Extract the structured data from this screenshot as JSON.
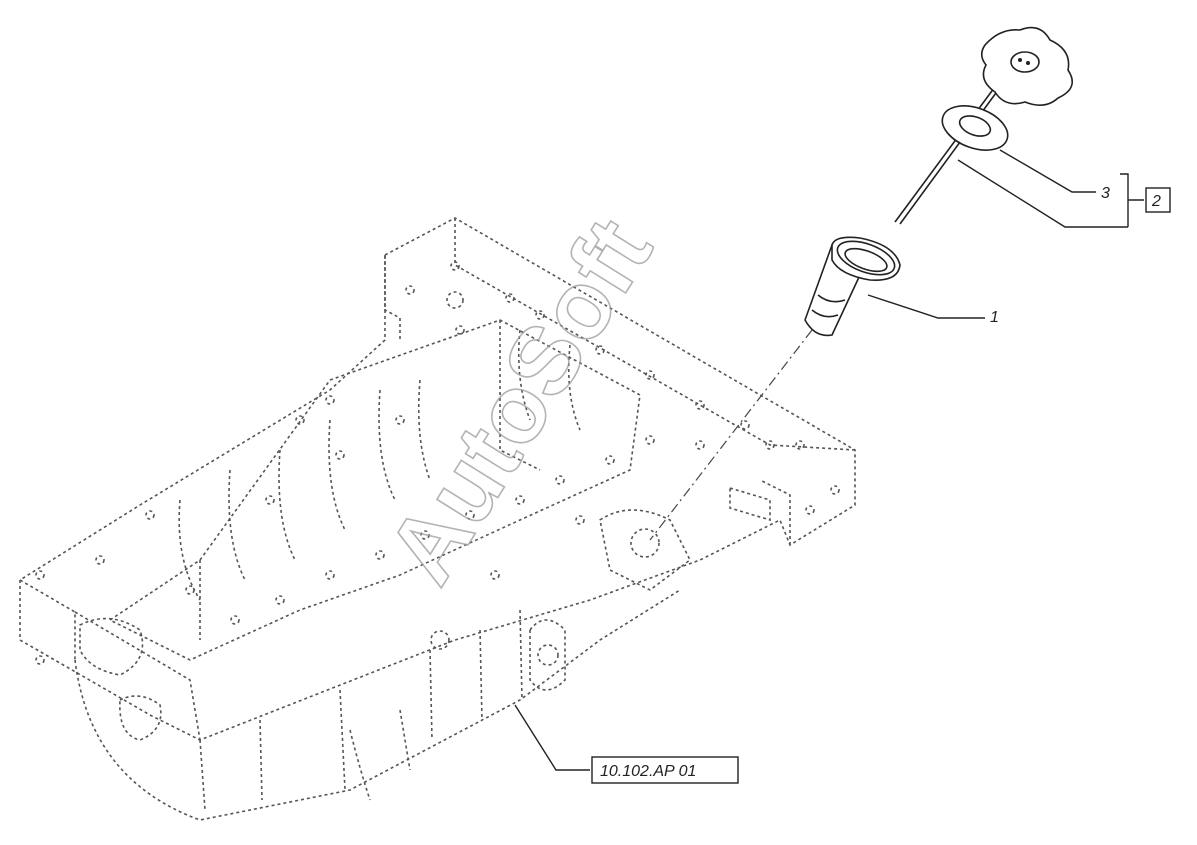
{
  "callouts": {
    "item_1": "1",
    "item_3": "3",
    "item_2": "2",
    "ref": "10.102.AP 01"
  },
  "watermark": "AutoSoft",
  "icons": [
    "oil-filler-cap-icon",
    "dipstick-icon",
    "oil-filler-tube-icon",
    "oil-sump-icon"
  ]
}
